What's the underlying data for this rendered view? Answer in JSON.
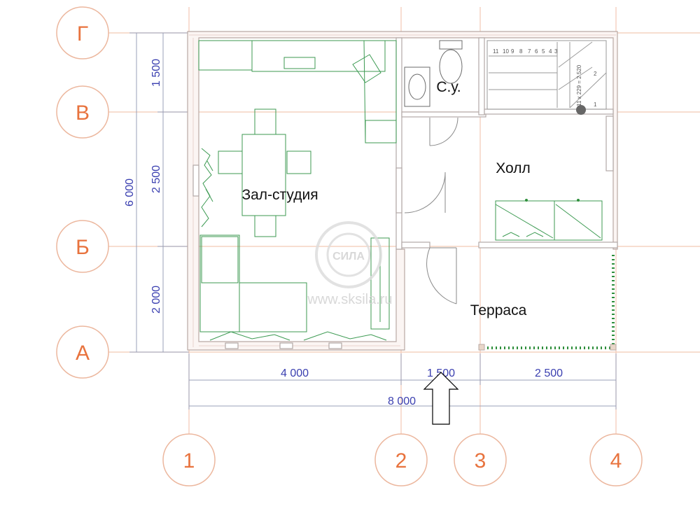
{
  "axes": {
    "rows": [
      {
        "id": "G",
        "label": "Г"
      },
      {
        "id": "V",
        "label": "В"
      },
      {
        "id": "B",
        "label": "Б"
      },
      {
        "id": "A",
        "label": "А"
      }
    ],
    "columns": [
      {
        "id": "1",
        "label": "1"
      },
      {
        "id": "2",
        "label": "2"
      },
      {
        "id": "3",
        "label": "3"
      },
      {
        "id": "4",
        "label": "4"
      }
    ]
  },
  "dimensions": {
    "vertical_total": "6 000",
    "vertical_segments": [
      "1 500",
      "2 500",
      "2 000"
    ],
    "horizontal_segments": [
      "4 000",
      "1 500",
      "2 500"
    ],
    "horizontal_total": "8 000"
  },
  "rooms": {
    "studio": "Зал-студия",
    "bathroom": "С.у.",
    "hall": "Холл",
    "terrace": "Терраса"
  },
  "stairs": {
    "formula": "11 x 229 = 2 520",
    "steps": [
      "11",
      "10",
      "9",
      "8",
      "7",
      "6",
      "5",
      "4",
      "3"
    ],
    "landing_steps": [
      "2",
      "1"
    ]
  },
  "watermark": {
    "logo_text": "СИЛА",
    "site": "www.sksila.ru"
  },
  "colors": {
    "axis_bubble": "#e8733e",
    "dimension_text": "#3a3fb0",
    "furniture": "#3c9a52"
  },
  "icons": {
    "entrance": "entrance-arrow-icon"
  }
}
